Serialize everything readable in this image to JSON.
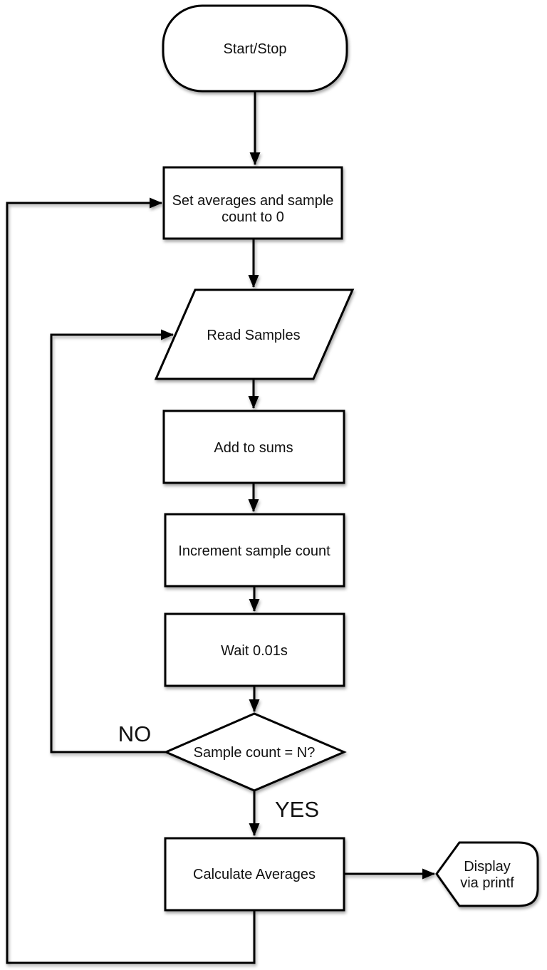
{
  "diagram": {
    "type": "flowchart",
    "colors": {
      "stroke": "#000000",
      "fill": "#ffffff",
      "text": "#111111",
      "background": "#ffffff"
    },
    "nodes": {
      "start": {
        "shape": "terminator",
        "label": "Start/Stop"
      },
      "init": {
        "shape": "process",
        "line1": "Set averages and sample",
        "line2": "count to 0"
      },
      "read": {
        "shape": "input-output",
        "label": "Read Samples"
      },
      "add": {
        "shape": "process",
        "label": "Add to sums"
      },
      "increment": {
        "shape": "process",
        "label": "Increment sample count"
      },
      "wait": {
        "shape": "process",
        "label": "Wait 0.01s"
      },
      "decision": {
        "shape": "decision",
        "label": "Sample count = N?"
      },
      "calculate": {
        "shape": "process",
        "label": "Calculate Averages"
      },
      "display": {
        "shape": "display",
        "line1": "Display",
        "line2": "via printf"
      }
    },
    "edges": {
      "start_to_init": {
        "from": "start",
        "to": "init"
      },
      "init_to_read": {
        "from": "init",
        "to": "read"
      },
      "read_to_add": {
        "from": "read",
        "to": "add"
      },
      "add_to_increment": {
        "from": "add",
        "to": "increment"
      },
      "increment_to_wait": {
        "from": "increment",
        "to": "wait"
      },
      "wait_to_decision": {
        "from": "wait",
        "to": "decision"
      },
      "decision_to_read": {
        "from": "decision",
        "to": "read",
        "label": "NO"
      },
      "decision_to_calculate": {
        "from": "decision",
        "to": "calculate",
        "label": "YES"
      },
      "calculate_to_display": {
        "from": "calculate",
        "to": "display"
      },
      "calculate_to_init": {
        "from": "calculate",
        "to": "init"
      }
    },
    "edge_labels": {
      "no": "NO",
      "yes": "YES"
    }
  }
}
